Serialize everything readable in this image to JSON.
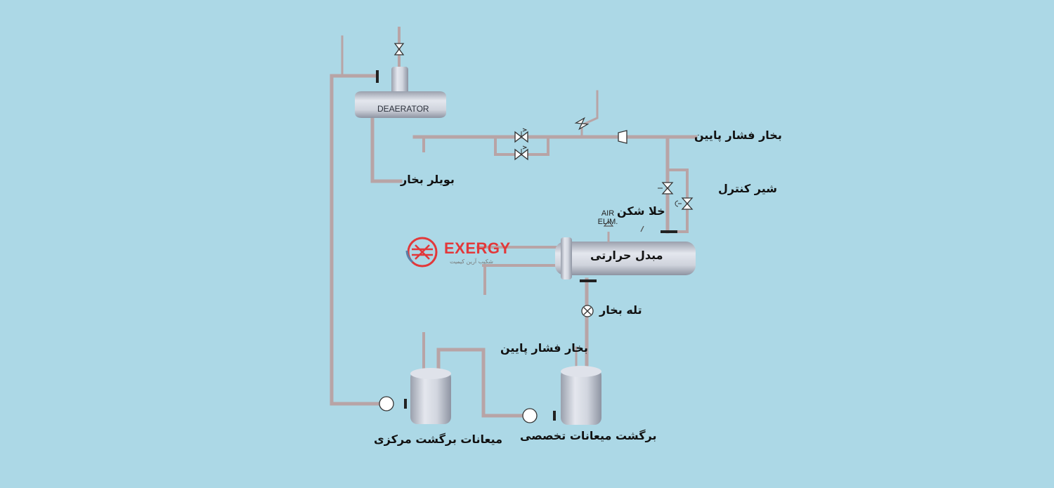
{
  "colors": {
    "background": "#acd8e6",
    "pipe": "#b8a4a6",
    "vessel": "#c6cad4",
    "logo": "#e2383a"
  },
  "labels": {
    "deaerator": "DEAERATOR",
    "steam_boiler": "بویلر بخار",
    "low_pressure_steam_top": "بخار فشار پایین",
    "control_valve": "شیر کنترل",
    "vacuum_breaker": "خلا شکن",
    "air_elim_line1": "AIR",
    "air_elim_line2": "ELIM.",
    "heat_exchanger": "مبدل حرارتی",
    "steam_trap": "تله بخار",
    "low_pressure_steam_bottom": "بخار فشار پایین",
    "central_condensate_return": "میعانات برگشت مرکزی",
    "special_condensate_return": "برگشت میعانات تخصصی"
  },
  "logo": {
    "name": "EXERGY",
    "tagline": "شکیب آرین کیمیت"
  },
  "icons": [
    "valve-icon",
    "check-valve-icon",
    "relief-valve-icon",
    "steam-trap-icon",
    "pump-icon",
    "logo-icon"
  ]
}
